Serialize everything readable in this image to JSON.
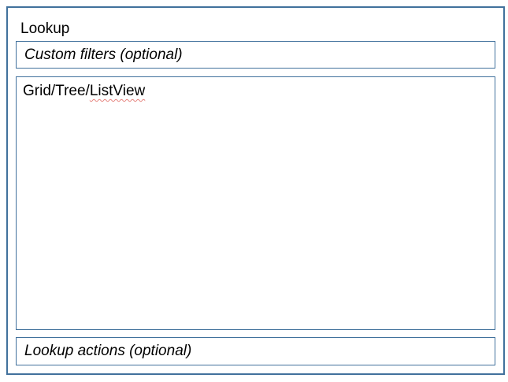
{
  "diagram": {
    "title": "Lookup",
    "custom_filters": {
      "label": "Custom filters (optional)"
    },
    "main_view": {
      "label_prefix": "Grid/Tree/",
      "label_spellchecked": "ListView"
    },
    "lookup_actions": {
      "label": "Lookup actions (optional)"
    },
    "colors": {
      "border": "#41719C",
      "text": "#000000",
      "spellcheck_underline": "#E6827D",
      "background": "#FFFFFF"
    }
  }
}
